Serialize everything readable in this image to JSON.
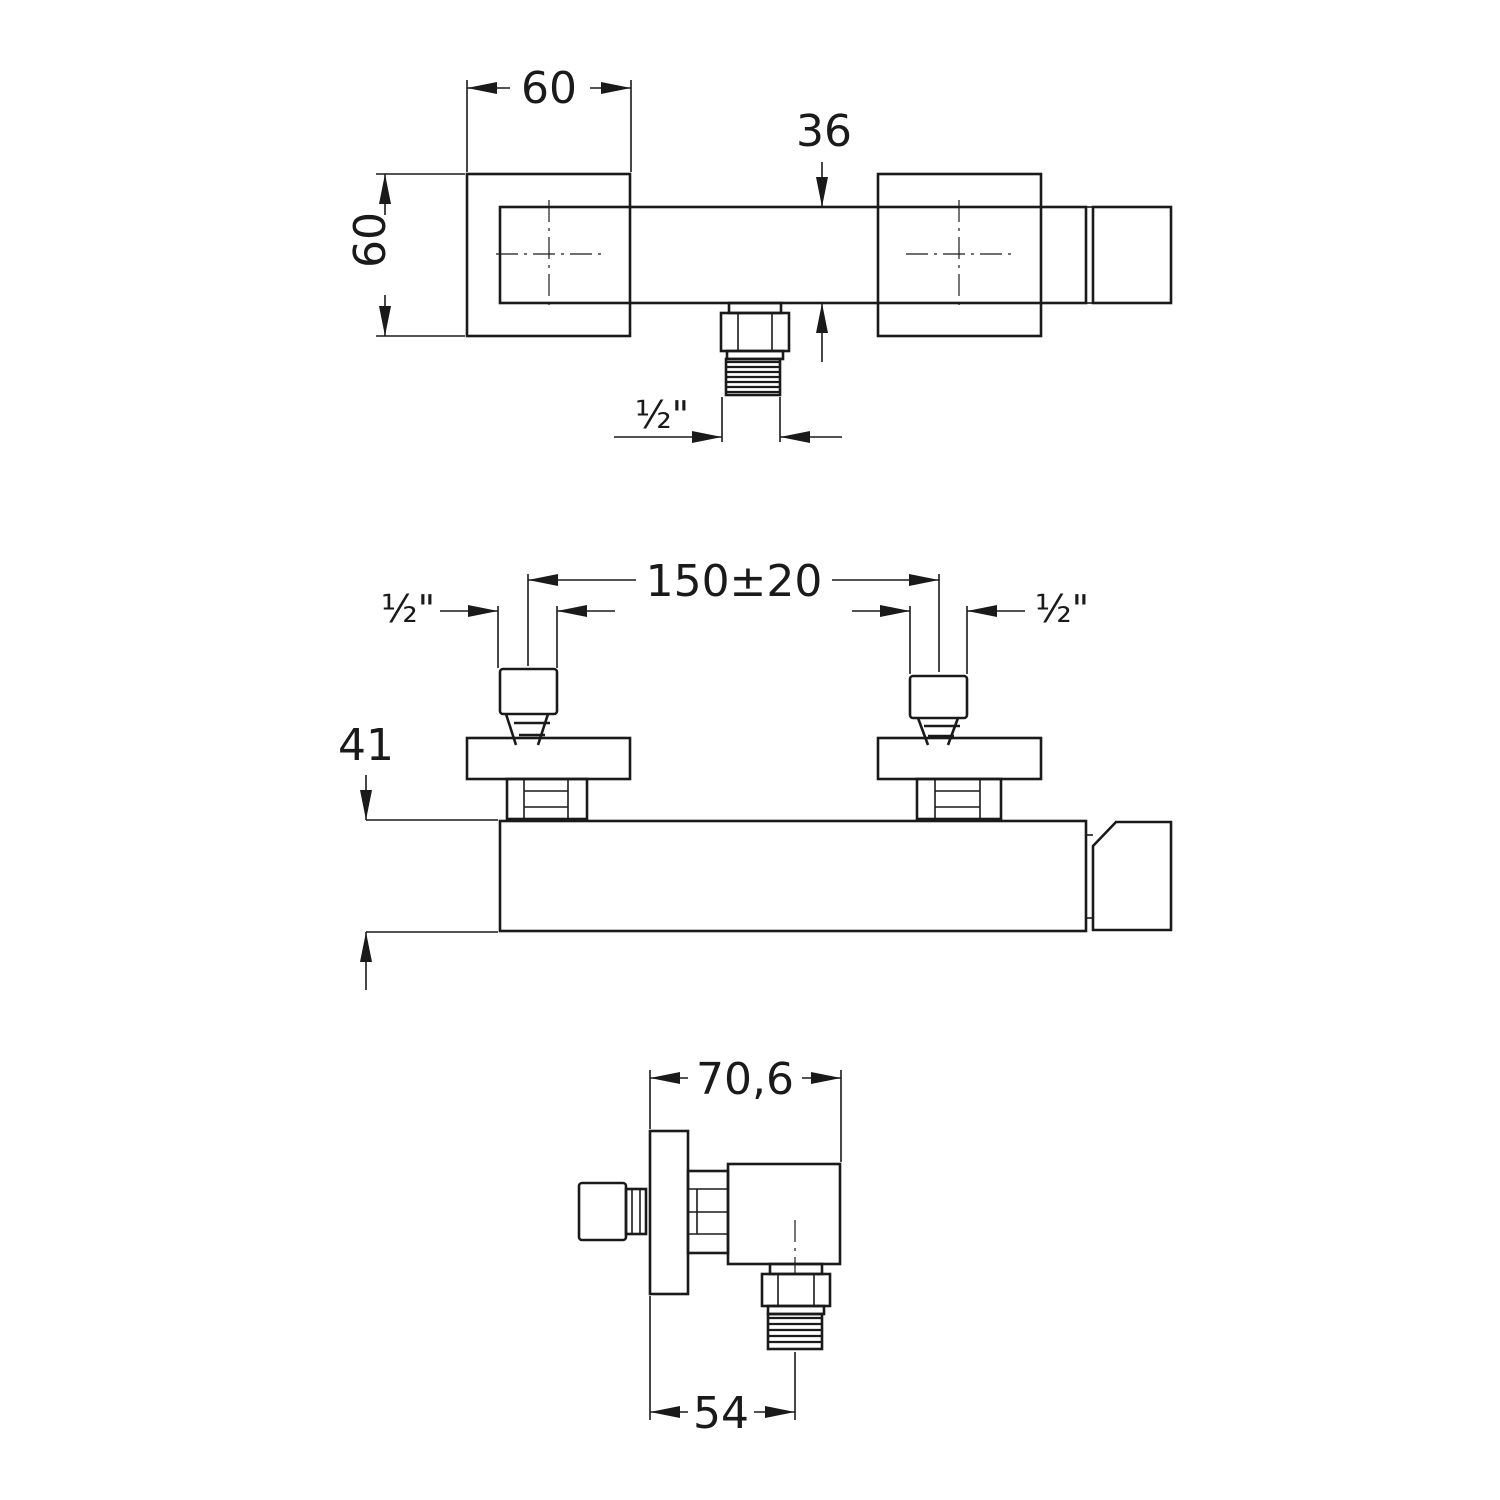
{
  "top_view": {
    "width_label": "60",
    "height_label": "60",
    "body_depth_label": "36",
    "outlet_thread_label": "½\""
  },
  "front_view": {
    "spacing_label": "150±20",
    "left_inlet_label": "½\"",
    "right_inlet_label": "½\"",
    "height_label": "41"
  },
  "side_view": {
    "depth_label": "70,6",
    "outlet_offset_label": "54"
  },
  "colors": {
    "line": "#1a1a1a",
    "background": "#ffffff"
  }
}
